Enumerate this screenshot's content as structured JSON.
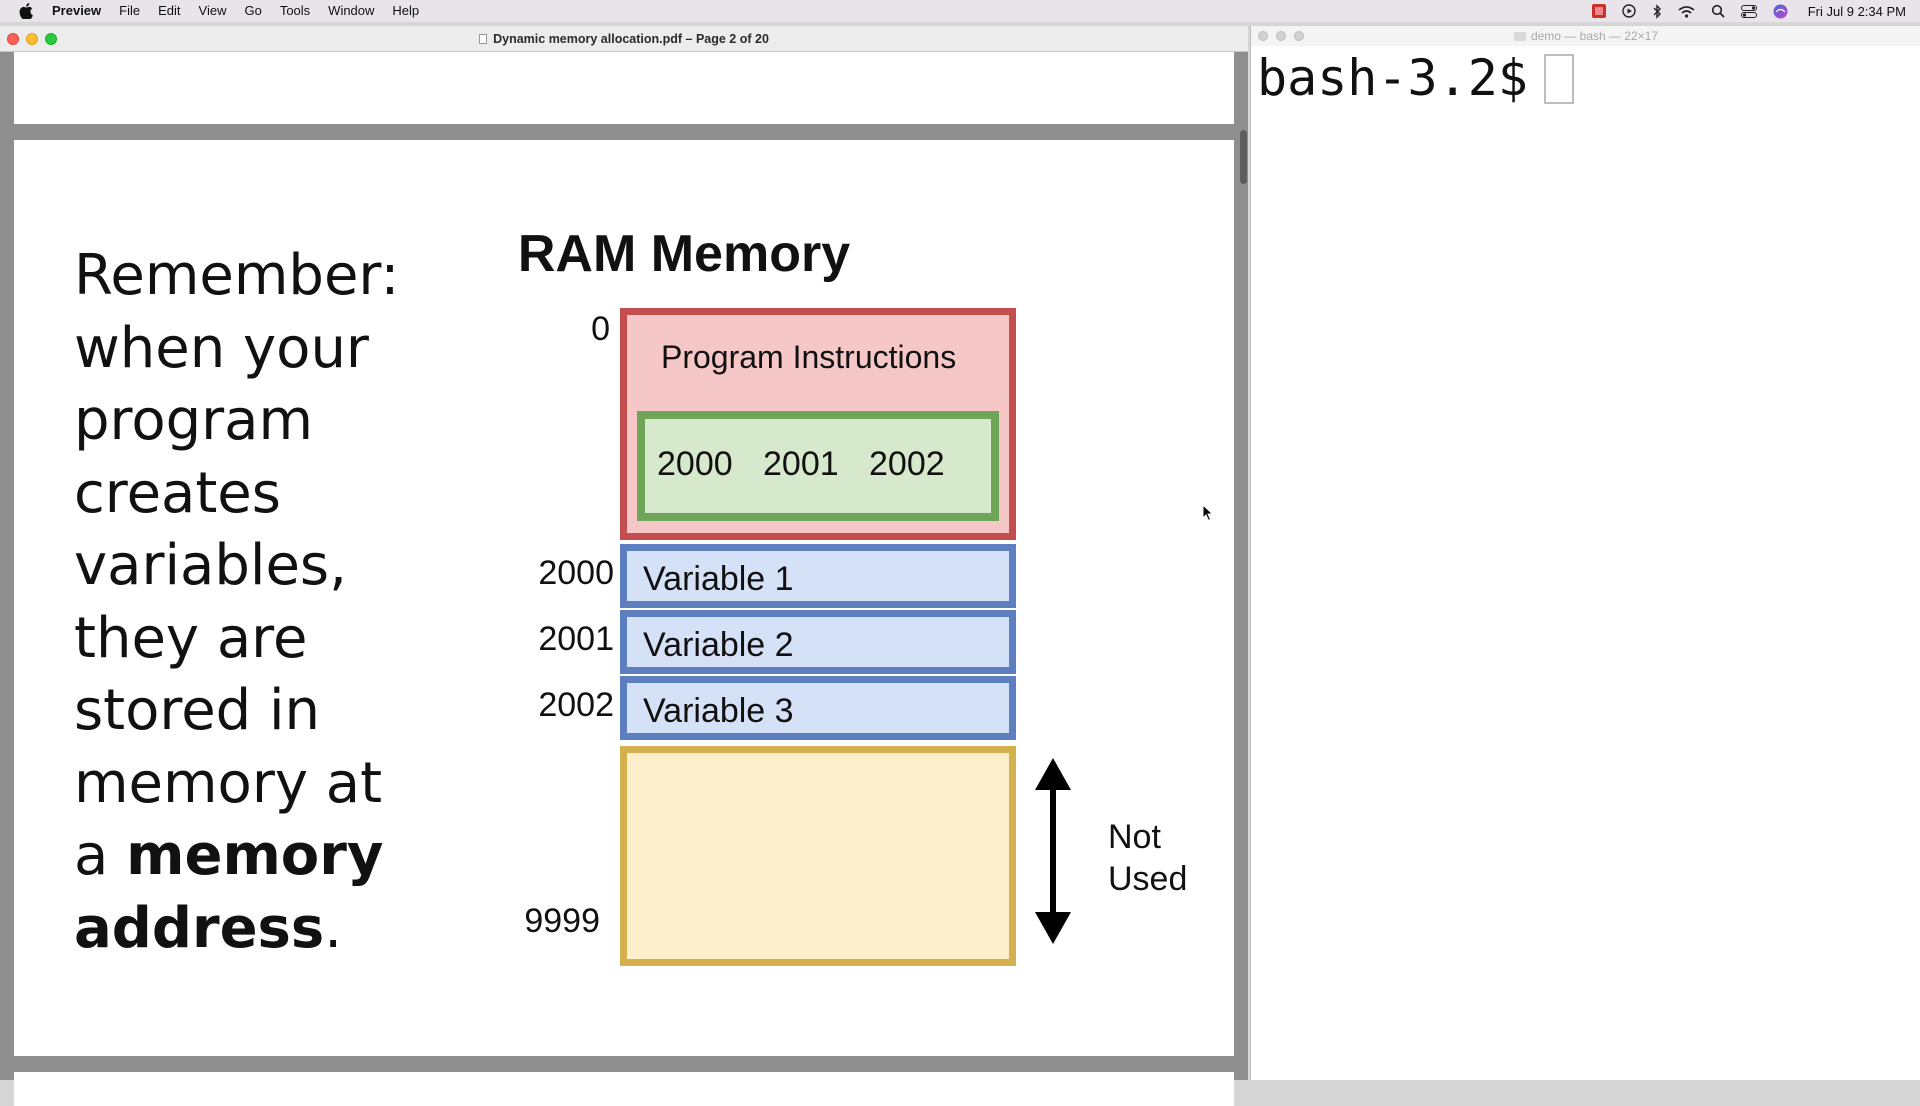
{
  "menubar": {
    "app_name": "Preview",
    "items": [
      "File",
      "Edit",
      "View",
      "Go",
      "Tools",
      "Window",
      "Help"
    ],
    "status_icons": [
      "recorder-icon",
      "play-circle-icon",
      "bluetooth-icon",
      "wifi-icon",
      "spotlight-search-icon",
      "control-center-icon",
      "siri-icon"
    ],
    "clock": "Fri Jul 9  2:34 PM"
  },
  "preview": {
    "window_title": "Dynamic memory allocation.pdf – Page 2 of 20",
    "slide": {
      "text_lines": [
        "Remember:",
        "when your",
        "program",
        "creates",
        "variables,",
        "they are",
        "stored in",
        "memory at"
      ],
      "line_a_prefix": "a ",
      "bold_memory": "memory",
      "bold_address": "address",
      "period": ".",
      "diagram": {
        "title": "RAM Memory",
        "program_label": "Program Instructions",
        "stored_addresses": [
          "2000",
          "2001",
          "2002"
        ],
        "address_labels": {
          "start": "0",
          "var1": "2000",
          "var2": "2001",
          "var3": "2002",
          "end": "9999"
        },
        "variables": [
          "Variable 1",
          "Variable 2",
          "Variable 3"
        ],
        "not_used_line1": "Not",
        "not_used_line2": "Used"
      }
    }
  },
  "terminal": {
    "window_title": "demo — bash — 22×17",
    "prompt": "bash-3.2$"
  },
  "colors": {
    "program_fill": "#f6c7c7",
    "program_border": "#c44d4f",
    "inner_fill": "#d7e9cd",
    "inner_border": "#6fa558",
    "var_fill": "#d4e1f7",
    "var_border": "#5d7fbf",
    "free_fill": "#fdefcc",
    "free_border": "#d5b04e"
  }
}
